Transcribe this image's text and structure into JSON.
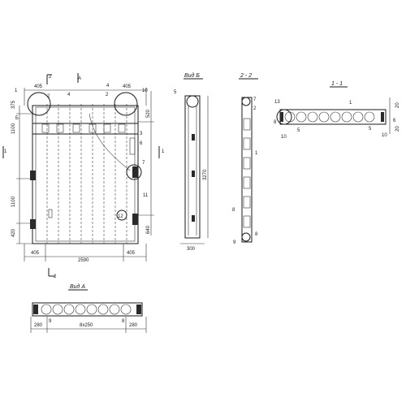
{
  "views": {
    "main": {
      "top_dims": [
        "405",
        "405"
      ],
      "bottom_dims": [
        "405",
        "2590",
        "405"
      ],
      "left_dims": [
        "1100",
        "1100",
        "420"
      ],
      "right_dims": [
        "520",
        "640"
      ],
      "small_dim": "375",
      "callouts": [
        "1",
        "2",
        "4",
        "2",
        "4",
        "10",
        "3",
        "6",
        "7",
        "11",
        "12",
        "2",
        "4"
      ],
      "section_marks": [
        "2",
        "Б",
        "1",
        "1",
        "2",
        "А"
      ]
    },
    "vid_b": {
      "title": "Вид Б",
      "callout": "5",
      "dims": [
        "3270",
        "300"
      ]
    },
    "sec22": {
      "title": "2 - 2",
      "callouts": [
        "7",
        "2",
        "1",
        "8",
        "9",
        "8"
      ]
    },
    "sec11": {
      "title": "1 - 1",
      "callouts": [
        "13",
        "1",
        "8",
        "5",
        "5",
        "10",
        "10",
        "6"
      ],
      "dims": [
        "20",
        "20",
        "10"
      ]
    },
    "vid_a": {
      "title": "Вид А",
      "callouts": [
        "9",
        "8"
      ],
      "dims": [
        "280",
        "8х250",
        "280"
      ]
    }
  }
}
